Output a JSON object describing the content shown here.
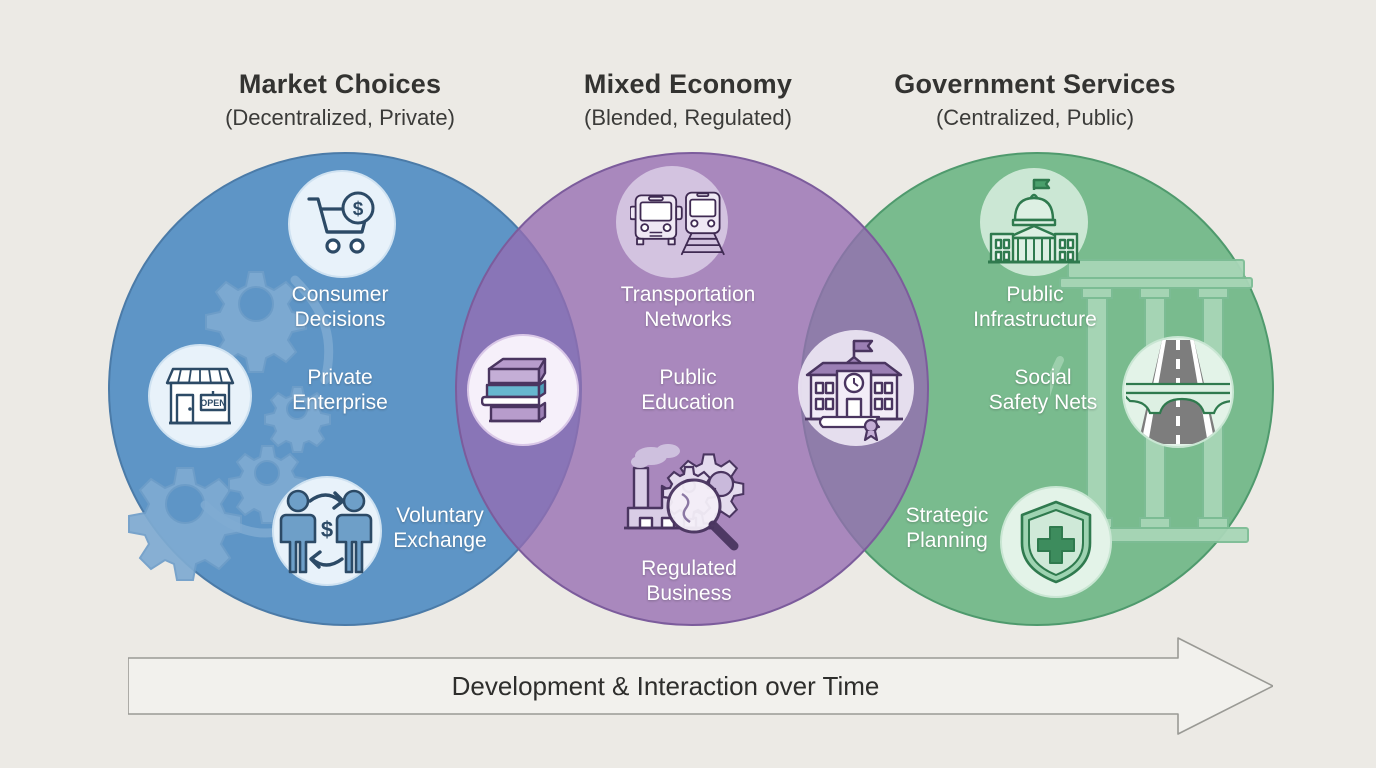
{
  "diagram": {
    "background_color": "#eceae5",
    "title_color": "#333331"
  },
  "columns": [
    {
      "id": "market",
      "title": "Market Choices",
      "subtitle": "(Decentralized, Private)",
      "color": "#5e95c6",
      "border_color": "#4b7ba8",
      "items": [
        {
          "label_line1": "Consumer",
          "label_line2": "Decisions",
          "icon": "shopping-cart-dollar-icon"
        },
        {
          "label_line1": "Private",
          "label_line2": "Enterprise",
          "icon": "storefront-open-icon"
        },
        {
          "label_line1": "Voluntary",
          "label_line2": "Exchange",
          "icon": "two-people-exchange-dollar-icon"
        }
      ],
      "background_icons": [
        "gears-icon"
      ]
    },
    {
      "id": "mixed",
      "title": "Mixed Economy",
      "subtitle": "(Blended, Regulated)",
      "color": "#966cb2",
      "border_color": "#7c5c9c",
      "items": [
        {
          "label_line1": "Transportation",
          "label_line2": "Networks",
          "icon": "bus-and-train-icon"
        },
        {
          "label_line1": "Public",
          "label_line2": "Education",
          "icon": "stacked-books-icon"
        },
        {
          "label_line1": "Regulated",
          "label_line2": "Business",
          "icon": "factory-magnifier-gears-icon"
        }
      ]
    },
    {
      "id": "government",
      "title": "Government Services",
      "subtitle": "(Centralized, Public)",
      "color": "#69b482",
      "border_color": "#4f9a6d",
      "items": [
        {
          "label_line1": "Public",
          "label_line2": "Infrastructure",
          "icon": "capitol-building-icon"
        },
        {
          "label_line1": "Social",
          "label_line2": "Safety Nets",
          "icon": "highway-overpass-icon"
        },
        {
          "label_line1": "Strategic",
          "label_line2": "Planning",
          "icon": "shield-cross-icon"
        }
      ],
      "background_icons": [
        "classical-columns-icon"
      ]
    }
  ],
  "overlaps": [
    {
      "id": "market-mixed",
      "icon": "stacked-books-icon",
      "blend_color": "#6f7ab4"
    },
    {
      "id": "mixed-government",
      "icon": "school-diploma-icon",
      "blend_color": "#7d7f96"
    }
  ],
  "timeline": {
    "label": "Development & Interaction over Time",
    "direction": "right",
    "fill_color": "#f2f1ed",
    "stroke_color": "#9a9a95"
  }
}
